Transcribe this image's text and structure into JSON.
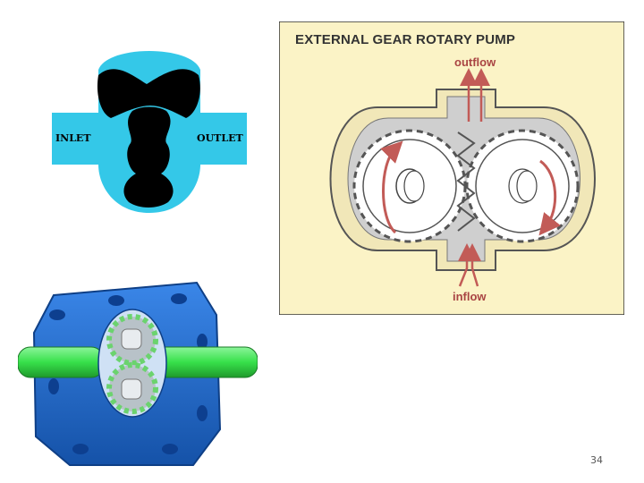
{
  "lobe_pump": {
    "inlet_label": "INLET",
    "outlet_label": "OUTLET"
  },
  "gear_pump": {
    "title": "EXTERNAL GEAR ROTARY PUMP",
    "outflow_label": "outflow",
    "inflow_label": "inflow"
  },
  "slide": {
    "page_number": "34"
  },
  "colors": {
    "lobe_background": "#34c8e8",
    "gear_panel": "#fbf3c6",
    "arrow_red": "#c25b57",
    "pump_blue": "#1f6fd0",
    "shaft_green": "#37e04a"
  }
}
